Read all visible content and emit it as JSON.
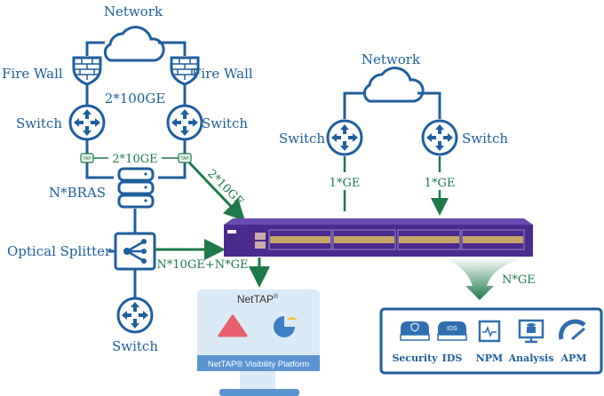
{
  "colors": {
    "blue": "#1f5f9e",
    "green": "#1e7a4a",
    "device": "#4a2a8c",
    "monitor_bg": "#dbeaf7",
    "monitor_band": "#5b95d1",
    "triangle": "#e8616e",
    "pie": "#3f7fc6",
    "pie_slice": "#f3c640"
  },
  "left": {
    "network": "Network",
    "firewall_left": "Fire Wall",
    "firewall_right": "Fire Wall",
    "link_100ge": "2*100GE",
    "switch_left": "Switch",
    "switch_right": "Switch",
    "tap_label": "TAP",
    "link_10ge": "2*10GE",
    "bras": "N*BRAS",
    "splitter": "Optical Splitter",
    "switch_bottom": "Switch",
    "diag_link": "2*10GE",
    "splitter_link": "N*10GE+N*GE"
  },
  "right": {
    "network": "Network",
    "switch_left": "Switch",
    "switch_right": "Switch",
    "link_left": "1*GE",
    "link_right": "1*GE",
    "funnel_link": "N*GE"
  },
  "monitor": {
    "brand": "NetTAP",
    "brand_mark": "®",
    "platform": "NetTAP® Visibility Platform"
  },
  "tools": [
    {
      "label": "Security",
      "icon": "security-appliance-icon"
    },
    {
      "label": "IDS",
      "icon": "ids-appliance-icon",
      "badge": "IDS"
    },
    {
      "label": "NPM",
      "icon": "npm-icon"
    },
    {
      "label": "Analysis",
      "icon": "analysis-icon"
    },
    {
      "label": "APM",
      "icon": "apm-gauge-icon"
    }
  ]
}
